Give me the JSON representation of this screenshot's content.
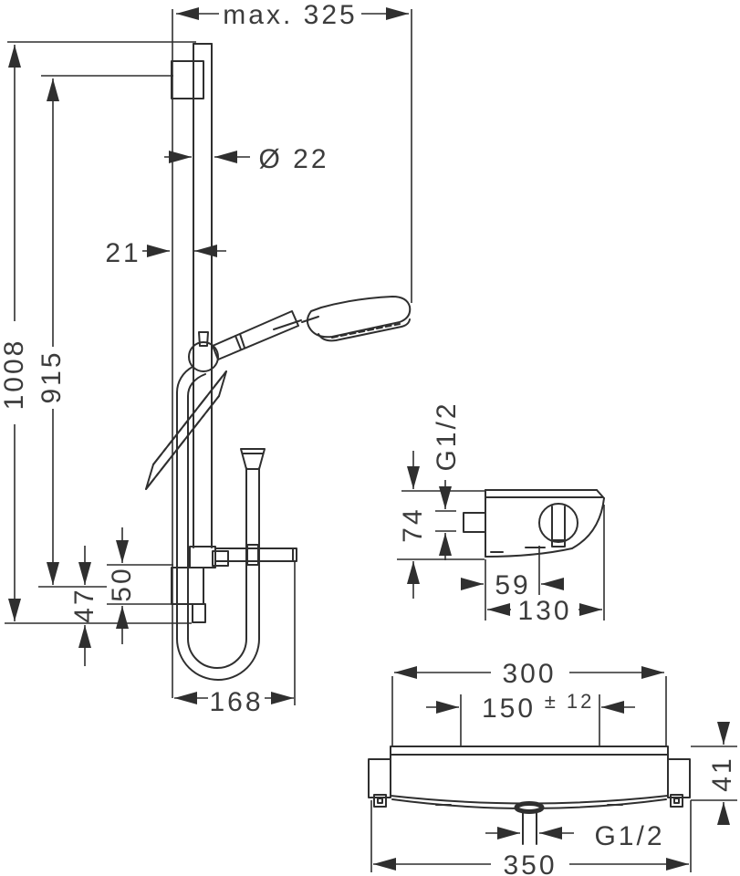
{
  "colors": {
    "line": "#2f2f2f",
    "text": "#3c3c3c",
    "background": "#ffffff"
  },
  "views": {
    "main": {
      "dims": {
        "max_width": "max. 325",
        "bar_diameter": "Ø 22",
        "wall_offset": "21",
        "total_height": "1008",
        "bar_height": "915",
        "bracket_height": "50",
        "lower_offset": "47",
        "hose_loop_width": "168"
      }
    },
    "side": {
      "dims": {
        "thread": "G1/2",
        "depth": "74",
        "knob_offset": "59",
        "width": "130"
      }
    },
    "front": {
      "dims": {
        "body_width": "300",
        "inlet_spacing": "150",
        "inlet_tolerance": "± 12",
        "height": "41",
        "outlet_thread": "G1/2",
        "total_width": "350"
      }
    }
  }
}
